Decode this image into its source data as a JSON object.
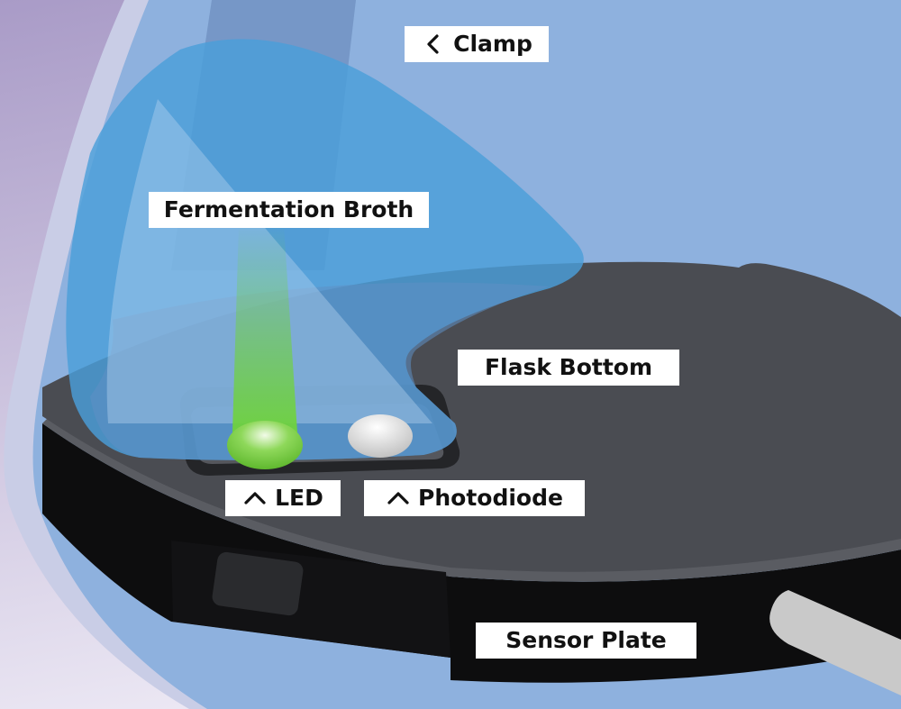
{
  "labels": {
    "clamp": "Clamp",
    "broth": "Fermentation Broth",
    "flask_bottom": "Flask Bottom",
    "led": "LED",
    "photodiode": "Photodiode",
    "sensor_plate": "Sensor Plate"
  },
  "icons": {
    "clamp": "chevron-left-icon",
    "led": "chevron-up-icon",
    "photodiode": "chevron-up-icon"
  },
  "colors": {
    "background_top": "#a99bc7",
    "background_bottom": "#ece8f4",
    "flask": "#8eb1de",
    "broth": "#4a9fd9",
    "plate_top": "#4a4c52",
    "plate_side": "#0d0d0e",
    "led": "#7fd44a",
    "led_beam": "#6fd33a",
    "photodiode": "#e4e4e4",
    "cable": "#c9c9c9",
    "label_bg": "#ffffff"
  }
}
